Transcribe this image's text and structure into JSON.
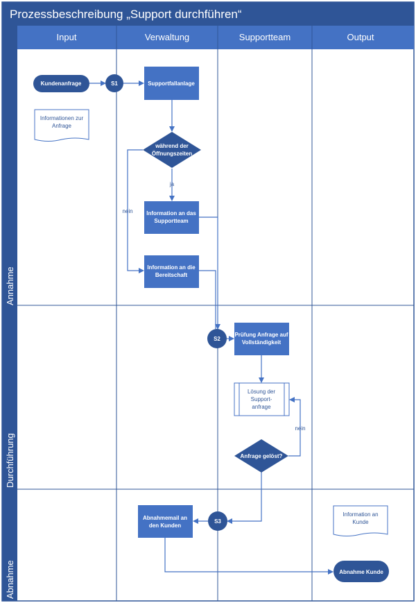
{
  "title": "Prozessbeschreibung „Support durchführen“",
  "columns": [
    "Input",
    "Verwaltung",
    "Supportteam",
    "Output"
  ],
  "lanes": [
    "Annahme",
    "Durchführung",
    "Abnahme"
  ],
  "nodes": {
    "kundenanfrage": "Kundenanfrage",
    "s1": "S1",
    "supportfallanlage": "Supportfallanlage",
    "info_anfrage": [
      "Informationen zur",
      "Anfrage"
    ],
    "oeffnungszeiten": [
      "während der",
      "Öffnungszeiten"
    ],
    "info_supportteam": [
      "Information an das",
      "Supportteam"
    ],
    "info_bereitschaft": [
      "Information an die",
      "Bereitschaft"
    ],
    "s2": "S2",
    "pruefung": [
      "Prüfung Anfrage auf",
      "Vollständigkeit"
    ],
    "loesung": [
      "Lösung der",
      "Support-",
      "anfrage"
    ],
    "anfrage_geloest": "Anfrage gelöst?",
    "s3": "S3",
    "abnahmemail": [
      "Abnahmemail an",
      "den Kunden"
    ],
    "info_kunde": [
      "Information an",
      "Kunde"
    ],
    "abnahme_kunde": "Abnahme Kunde"
  },
  "edge_labels": {
    "ja": "ja",
    "nein_1": "nein",
    "nein_2": "nein"
  },
  "colors": {
    "header": "#2f5597",
    "column_header": "#4472c4",
    "shape_fill": "#4472c4",
    "terminator_fill": "#2f5597",
    "line": "#4472c4",
    "text_blue": "#2f5597"
  }
}
